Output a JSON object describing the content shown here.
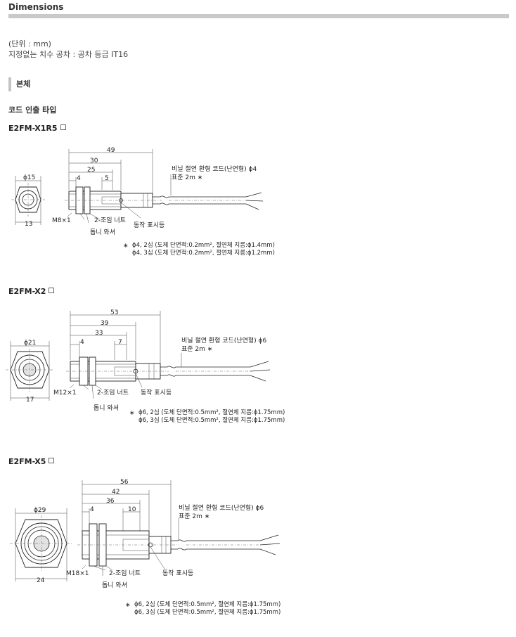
{
  "header": {
    "title": "Dimensions"
  },
  "unit": {
    "line1": "(단위 : mm)",
    "line2": "지정없는 치수 공차 : 공차 등급 IT16"
  },
  "section": {
    "title": "본체"
  },
  "subsection": {
    "title": "코드 인출 타입"
  },
  "models": [
    {
      "name": "E2FM-X1R5",
      "dims": {
        "total": "49",
        "d30": "30",
        "d25": "25",
        "d4": "4",
        "d5": "5",
        "dia": "ϕ15",
        "width": "13",
        "thread": "M8×1"
      },
      "labels": {
        "nut": "2-조임 너트",
        "washer": "톱니 와셔",
        "indicator": "동작 표시등"
      },
      "cable": {
        "line1": "비닐 절연 환형 코드(난연형)  ϕ4",
        "line2": "표준 2m ∗"
      },
      "notes": {
        "star": "∗",
        "n1": "ϕ4, 2심 (도체 단면적:0.2mm², 절연체 지름:ϕ1.4mm)",
        "n2": "ϕ4, 3심 (도체 단면적:0.2mm², 절연체 지름:ϕ1.2mm)"
      }
    },
    {
      "name": "E2FM-X2",
      "dims": {
        "total": "53",
        "d39": "39",
        "d33": "33",
        "d4": "4",
        "d7": "7",
        "dia": "ϕ21",
        "width": "17",
        "thread": "M12×1"
      },
      "labels": {
        "nut": "2-조임 너트",
        "washer": "톱니 와셔",
        "indicator": "동작 표시등"
      },
      "cable": {
        "line1": "비닐 절연 환형 코드(난연형)  ϕ6",
        "line2": "표준 2m ∗"
      },
      "notes": {
        "star": "∗",
        "n1": "ϕ6, 2심 (도체 단면적:0.5mm², 절연체 지름:ϕ1.75mm)",
        "n2": "ϕ6, 3심 (도체 단면적:0.5mm², 절연체 지름:ϕ1.75mm)"
      }
    },
    {
      "name": "E2FM-X5",
      "dims": {
        "total": "56",
        "d42": "42",
        "d36": "36",
        "d4": "4",
        "d10": "10",
        "dia": "ϕ29",
        "width": "24",
        "thread": "M18×1"
      },
      "labels": {
        "nut": "2-조임 너트",
        "washer": "톱니 와셔",
        "indicator": "동작 표시등"
      },
      "cable": {
        "line1": "비닐 절연 환형 코드(난연형)  ϕ6",
        "line2": "표준 2m ∗"
      },
      "notes": {
        "star": "∗",
        "n1": "ϕ6, 2심 (도체 단면적:0.5mm², 절연체 지름:ϕ1.75mm)",
        "n2": "ϕ6, 3심 (도체 단면적:0.5mm², 절연체 지름:ϕ1.75mm)"
      }
    }
  ]
}
